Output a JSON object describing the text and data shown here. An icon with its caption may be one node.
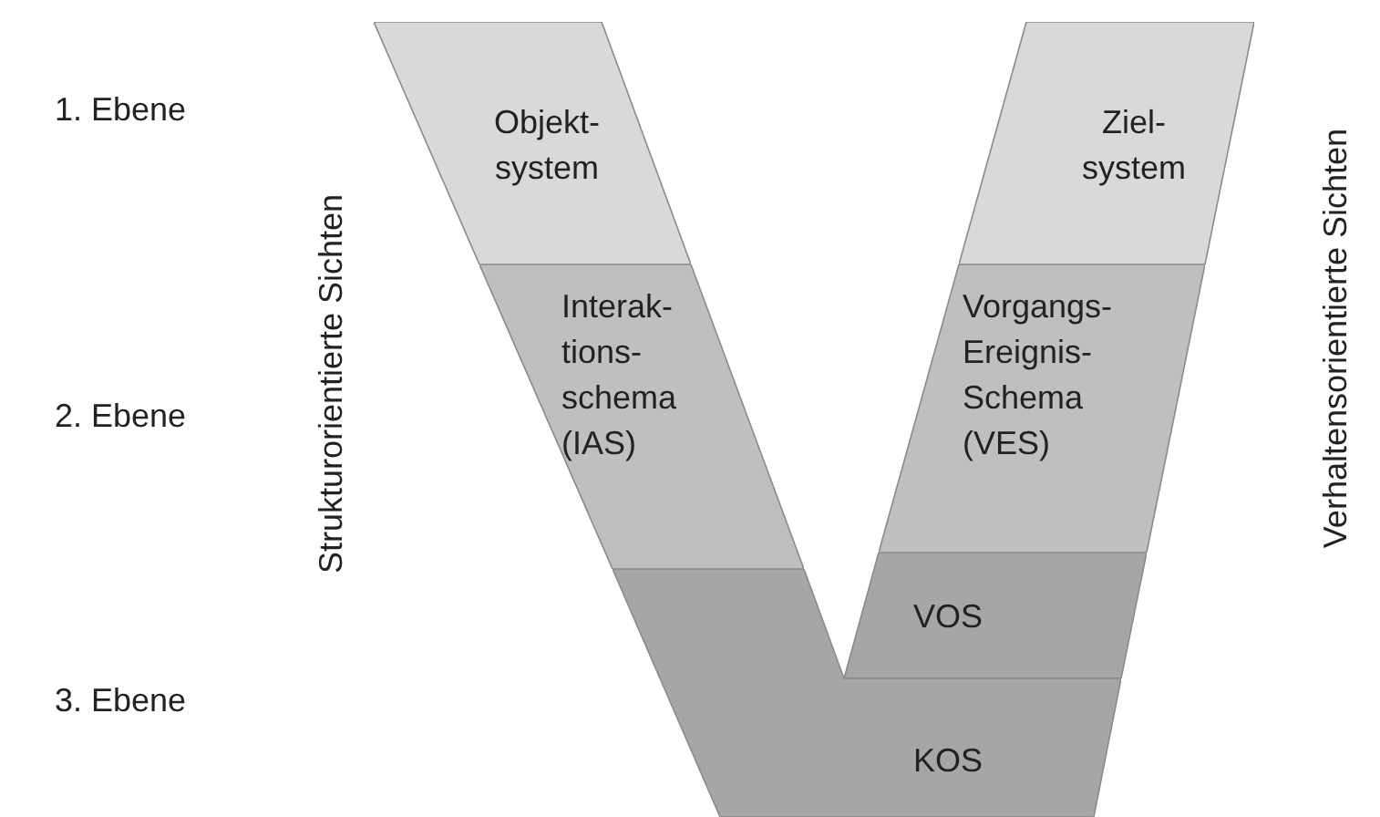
{
  "diagram": {
    "nodes": [
      {
        "text": [
          "Objekt- system"
        ]
      },
      {
        "text": [
          "Ziel- system"
        ]
      },
      {
        "text": [
          "Interak- tions- schema (IAS)"
        ]
      },
      {
        "text": [
          "Vorgangs- Ereignis- Schema (VES)"
        ]
      },
      {
        "text": [
          "VOS"
        ]
      },
      {
        "text": [
          "KOS"
        ]
      }
    ],
    "edges": [],
    "labels": [
      "1. Ebene",
      "2. Ebene",
      "3. Ebene",
      "Strukturorientierte Sichten",
      "Verhaltensorientierte Sichten"
    ]
  }
}
